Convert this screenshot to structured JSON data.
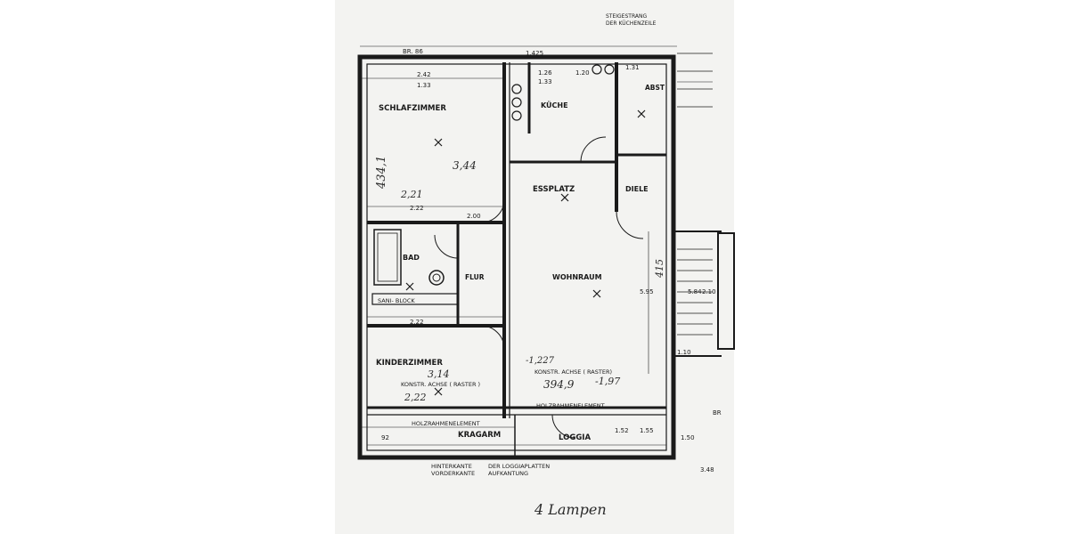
{
  "rooms": {
    "schlafzimmer": "SCHLAFZIMMER",
    "kueche": "KÜCHE",
    "abst": "ABST",
    "essplatz": "ESSPLATZ",
    "diele": "DIELE",
    "bad": "BAD",
    "flur": "FLUR",
    "wohnraum": "WOHNRAUM",
    "kinderzimmer": "KINDERZIMMER",
    "loggia": "LOGGIA",
    "kragarm": "KRAGARM"
  },
  "labels": {
    "sani_block": "SANI- BLOCK",
    "konstr_achse_1": "KONSTR. ACHSE ( RASTER)",
    "konstr_achse_2": "KONSTR. ACHSE ( RASTER )",
    "holzrahmen_1": "HOLZRAHMENELEMENT",
    "holzrahmen_2": "HOLZRAHMENELEMENT",
    "hinterkante": "HINTERKANTE",
    "vorderkante": "VORDERKANTE",
    "der_loggiaplatten": "DER LOGGIAPLATTEN",
    "aufkantung": "AUFKANTUNG",
    "steigestrang": "STEIGESTRANG",
    "der_kuechenzeile": "DER KÜCHENZEILE",
    "br_top": "BR. 86",
    "br_right": "BR"
  },
  "dimensions": {
    "d_242": "2.42",
    "d_133": "1.33",
    "d_126": "1.26",
    "d_133b": "1.33",
    "d_120": "1.20",
    "d_131": "1.31",
    "d_222a": "2.22",
    "d_205": "2.00",
    "d_222b": "2.22",
    "d_595": "5.95",
    "d_584": "5.84",
    "d_210": "2.10",
    "d_110": "1.10",
    "d_152": "1.52",
    "d_155": "1.55",
    "d_150": "1.50",
    "d_92": "92",
    "d_1425": "1.425",
    "d_348": "3.48"
  },
  "handwriting": {
    "h_434": "434,1",
    "h_344": "3,44",
    "h_221": "2,21",
    "h_314": "3,14",
    "h_222": "2,22",
    "h_3949": "394,9",
    "h_197": "-1,97",
    "h_1227": "-1,227",
    "h_415": "415",
    "h_lampen": "4 Lampen"
  }
}
